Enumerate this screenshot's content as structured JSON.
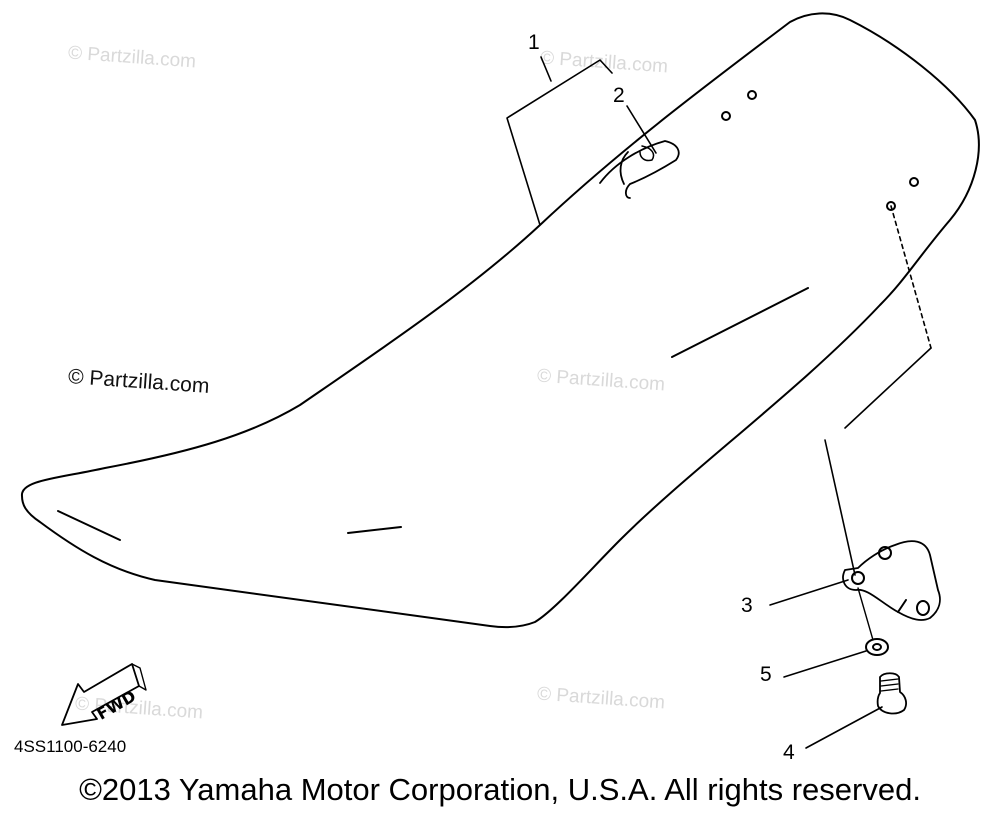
{
  "watermark": {
    "text": "© Partzilla.com"
  },
  "callouts": [
    "1",
    "2",
    "3",
    "4",
    "5"
  ],
  "fwd_label": "FWD",
  "diagram_code": "4SS1100-6240",
  "copyright": "©2013 Yamaha Motor Corporation, U.S.A. All rights reserved.",
  "colors": {
    "ink": "#000000",
    "watermark": "#d9d9d9",
    "background": "#ffffff"
  }
}
